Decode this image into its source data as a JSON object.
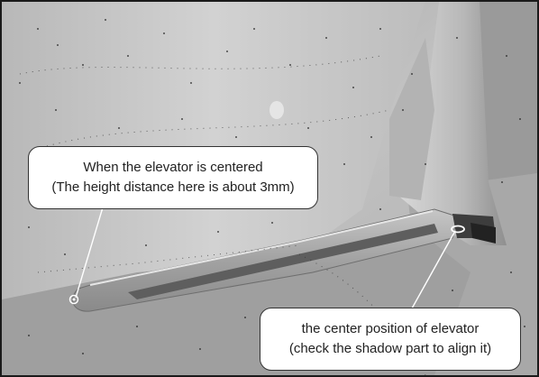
{
  "callouts": [
    {
      "line1": "When the elevator is centered",
      "line2": "(The height distance here is about 3mm)"
    },
    {
      "line1": "the center position of elevator",
      "line2": "(check the shadow part to align it)"
    }
  ],
  "colors": {
    "border": "#1a1a1a",
    "fuselage": "#c8c8c8",
    "elevator": "#a6a6a6",
    "callout_bg": "#ffffff",
    "marker": "#ffffff"
  }
}
